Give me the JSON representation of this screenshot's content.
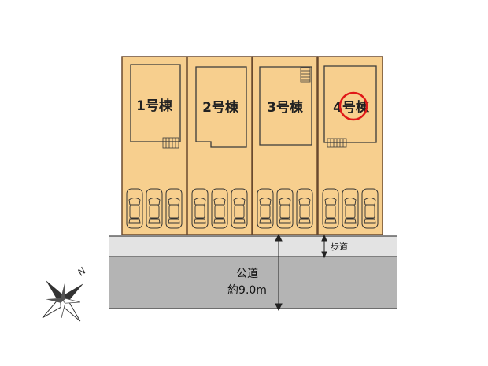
{
  "lots": [
    {
      "label": "1号棟",
      "highlighted": false
    },
    {
      "label": "2号棟",
      "highlighted": false
    },
    {
      "label": "3号棟",
      "highlighted": false
    },
    {
      "label": "4号棟",
      "highlighted": true
    }
  ],
  "sidewalk": {
    "label": "歩道"
  },
  "road": {
    "name": "公道",
    "width": "約9.0m"
  },
  "compass": {
    "north_label": "N"
  },
  "colors": {
    "lot_fill": "#F7CF8E",
    "lot_border": "#6B4A2E",
    "sidewalk_fill": "#E3E3E3",
    "road_fill": "#B4B4B4",
    "highlight_circle": "#E01818"
  }
}
